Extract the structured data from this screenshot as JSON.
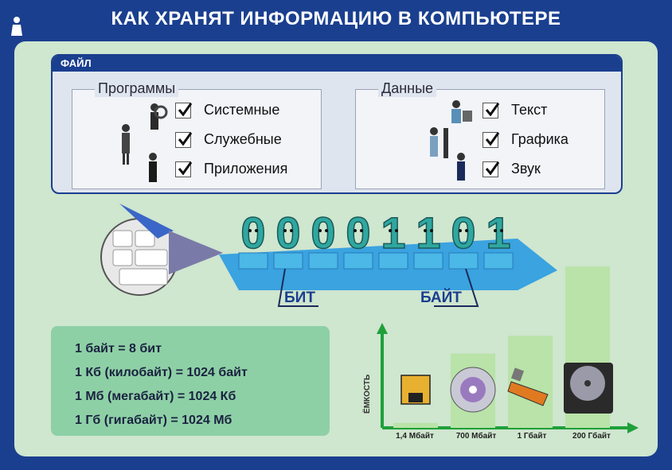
{
  "title": "КАК ХРАНЯТ ИНФОРМАЦИЮ В КОМПЬЮТЕРЕ",
  "file": {
    "header": "ФАЙЛ",
    "programs": {
      "label": "Программы",
      "items": [
        "Системные",
        "Служебные",
        "Приложения"
      ]
    },
    "data": {
      "label": "Данные",
      "items": [
        "Текст",
        "Графика",
        "Звук"
      ]
    }
  },
  "binary": {
    "digits": [
      "0",
      "0",
      "0",
      "0",
      "1",
      "1",
      "0",
      "1"
    ],
    "bit_label": "БИТ",
    "byte_label": "БАЙТ"
  },
  "units": [
    "1 байт = 8 бит",
    "1 Кб (килобайт) = 1024 байт",
    "1 Мб (мегабайт) = 1024 Кб",
    "1 Гб (гигабайт) = 1024 Мб"
  ],
  "chart_data": {
    "type": "bar",
    "ylabel": "ЁМКОСТЬ",
    "categories": [
      "1,4 Мбайт",
      "700 Мбайт",
      "1 Гбайт",
      "200 Гбайт"
    ],
    "values": [
      0.03,
      0.46,
      0.57,
      1.0
    ],
    "devices": [
      "floppy-icon",
      "cd-icon",
      "usb-flash-icon",
      "hard-drive-icon"
    ],
    "bar_color": "#b9e3a8"
  },
  "colors": {
    "background": "#1a3f8f",
    "panel": "#cfe6cf",
    "digit": "#2fa7a0",
    "arrow": "#3aa3e0",
    "axis": "#1fa03a"
  }
}
